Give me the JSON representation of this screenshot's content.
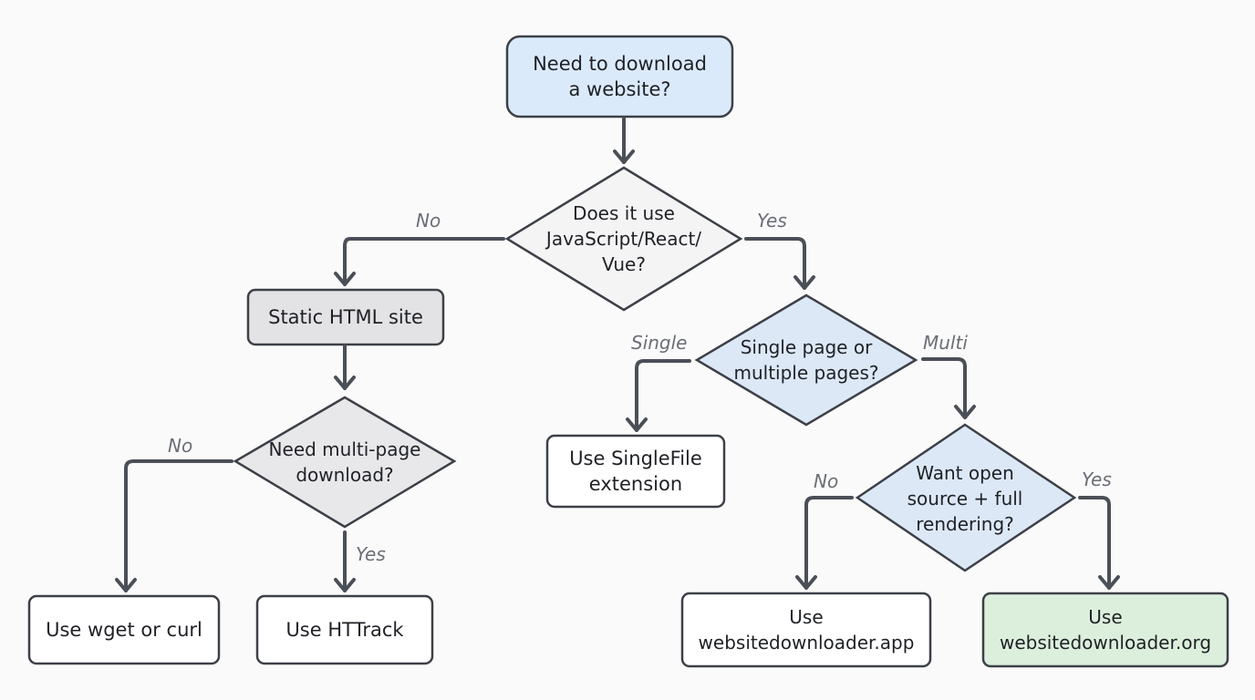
{
  "nodes": {
    "start": {
      "text": "Need to download\na website?",
      "fill": "#dbeafb"
    },
    "q_js": {
      "text": "Does it use\nJavaScript/React/\nVue?",
      "fill": "#f4f4f5"
    },
    "static_site": {
      "text": "Static HTML site",
      "fill": "#e3e3e5"
    },
    "q_multipage": {
      "text": "Need multi-page\ndownload?",
      "fill": "#e8e8ea"
    },
    "wget": {
      "text": "Use wget or curl",
      "fill": "#ffffff"
    },
    "httrack": {
      "text": "Use HTTrack",
      "fill": "#ffffff"
    },
    "q_single_multi": {
      "text": "Single page or\nmultiple pages?",
      "fill": "#dce8f6"
    },
    "singlefile": {
      "text": "Use SingleFile\nextension",
      "fill": "#ffffff"
    },
    "q_opensource": {
      "text": "Want open\nsource + full\nrendering?",
      "fill": "#dce8f6"
    },
    "app": {
      "text": "Use\nwebsitedownloader.app",
      "fill": "#ffffff"
    },
    "org": {
      "text": "Use\nwebsitedownloader.org",
      "fill": "#dcefdc"
    }
  },
  "edge_labels": {
    "js_no": "No",
    "js_yes": "Yes",
    "multipage_no": "No",
    "multipage_yes": "Yes",
    "single": "Single",
    "multi": "Multi",
    "opensource_no": "No",
    "opensource_yes": "Yes"
  },
  "colors": {
    "stroke": "#3d4047",
    "arrow": "#4b4f57"
  }
}
